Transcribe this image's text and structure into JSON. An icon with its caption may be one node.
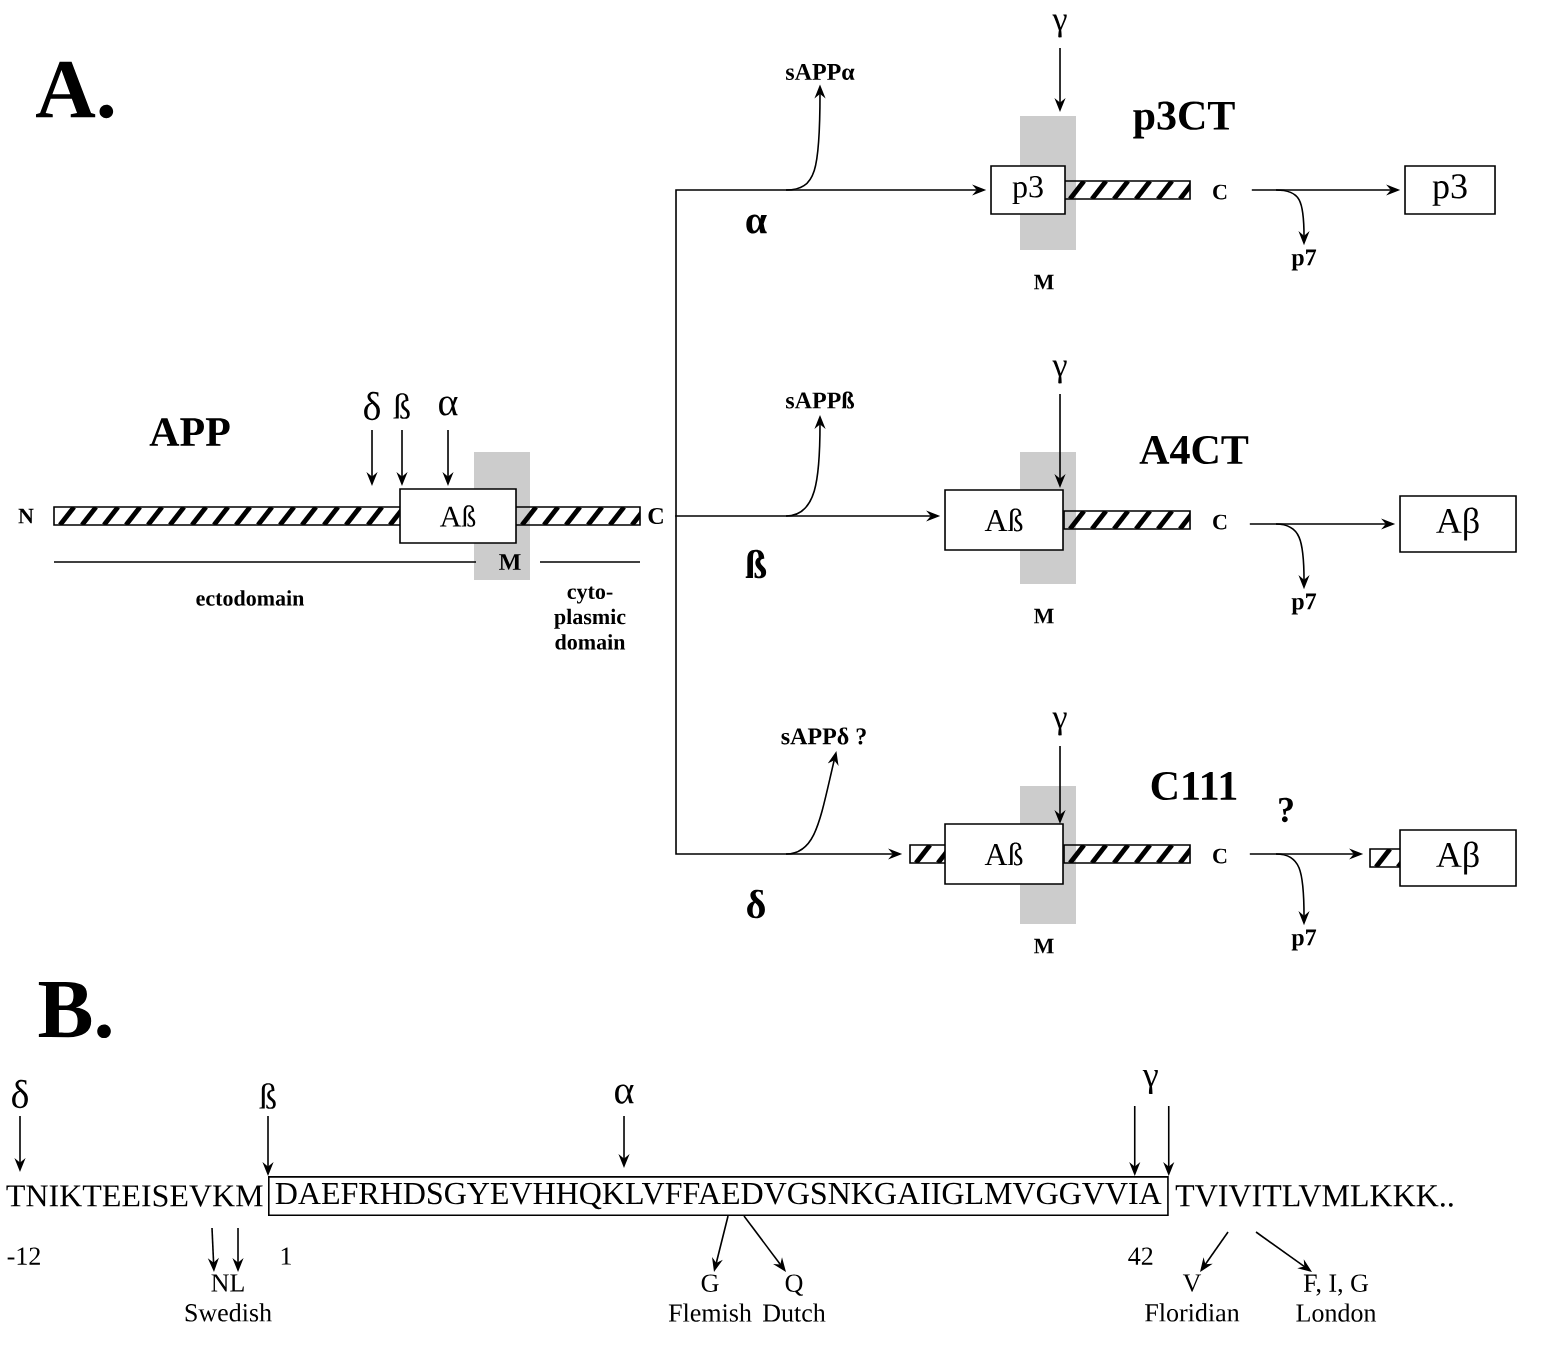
{
  "diagram": {
    "nodes": [
      {
        "text": [],
        "shape": "bar",
        "beside": [
          "APP"
        ]
      },
      {
        "text": [
          "Aß"
        ]
      },
      {
        "text": [
          "p3"
        ],
        "beside": [
          "p3CT"
        ]
      },
      {
        "text": [
          "Aß"
        ],
        "beside": [
          "A4CT"
        ]
      },
      {
        "text": [
          "Aß"
        ],
        "beside": [
          "C111"
        ]
      },
      {
        "text": [
          "p3"
        ]
      },
      {
        "text": [
          "Aβ"
        ]
      },
      {
        "text": [
          "Aβ"
        ]
      },
      {
        "text": [
          "sAPPα"
        ]
      },
      {
        "text": [
          "sAPPß"
        ]
      },
      {
        "text": [
          "sAPPδ ?"
        ]
      },
      {
        "text": [
          "p7"
        ]
      },
      {
        "text": [
          "p7"
        ]
      },
      {
        "text": [
          "p7"
        ]
      },
      {
        "text": [
          "DAEFRHDSGYEVHHQKLVFFAEDVGSNKGAIIGLMVGGVVIA"
        ]
      },
      {
        "text": [
          "NL",
          "Swedish"
        ]
      },
      {
        "text": [
          "G",
          "Flemish"
        ]
      },
      {
        "text": [
          "Q",
          "Dutch"
        ]
      },
      {
        "text": [
          "V",
          "Floridian"
        ]
      },
      {
        "text": [
          "F, I, G",
          "London"
        ]
      }
    ],
    "edges": [
      {
        "from": 0,
        "to": 2,
        "arrow": "to",
        "label": "α"
      },
      {
        "from": 0,
        "to": 3,
        "arrow": "to",
        "label": "ß"
      },
      {
        "from": 0,
        "to": 4,
        "arrow": "to",
        "label": "δ"
      },
      {
        "from": 2,
        "to": 5,
        "arrow": "to"
      },
      {
        "from": 3,
        "to": 6,
        "arrow": "to"
      },
      {
        "from": 4,
        "to": 7,
        "arrow": "to",
        "label": "?"
      },
      {
        "from": null,
        "to": 8,
        "arrow": "to"
      },
      {
        "from": null,
        "to": 9,
        "arrow": "to"
      },
      {
        "from": null,
        "to": 10,
        "arrow": "to"
      },
      {
        "from": null,
        "to": 11,
        "arrow": "to"
      },
      {
        "from": null,
        "to": 12,
        "arrow": "to"
      },
      {
        "from": null,
        "to": 13,
        "arrow": "to"
      },
      {
        "from": null,
        "to": 15,
        "arrow": "to"
      },
      {
        "from": null,
        "to": 15,
        "arrow": "to"
      },
      {
        "from": 14,
        "to": 16,
        "arrow": "to"
      },
      {
        "from": 14,
        "to": 17,
        "arrow": "to"
      },
      {
        "from": null,
        "to": 18,
        "arrow": "to"
      },
      {
        "from": null,
        "to": 19,
        "arrow": "to"
      }
    ],
    "labels": [
      "A.",
      "δ",
      "ß",
      "α",
      "N",
      "C",
      "M",
      "ectodomain",
      "cyto- plasmic domain",
      "γ",
      "C",
      "M",
      "γ",
      "C",
      "M",
      "γ",
      "C",
      "M",
      "B.",
      "δ",
      "ß",
      "α",
      "γ",
      "TNIKTEEISEVKM",
      "TVIVITLVMLKKK..",
      "-12",
      "1",
      "42"
    ]
  }
}
